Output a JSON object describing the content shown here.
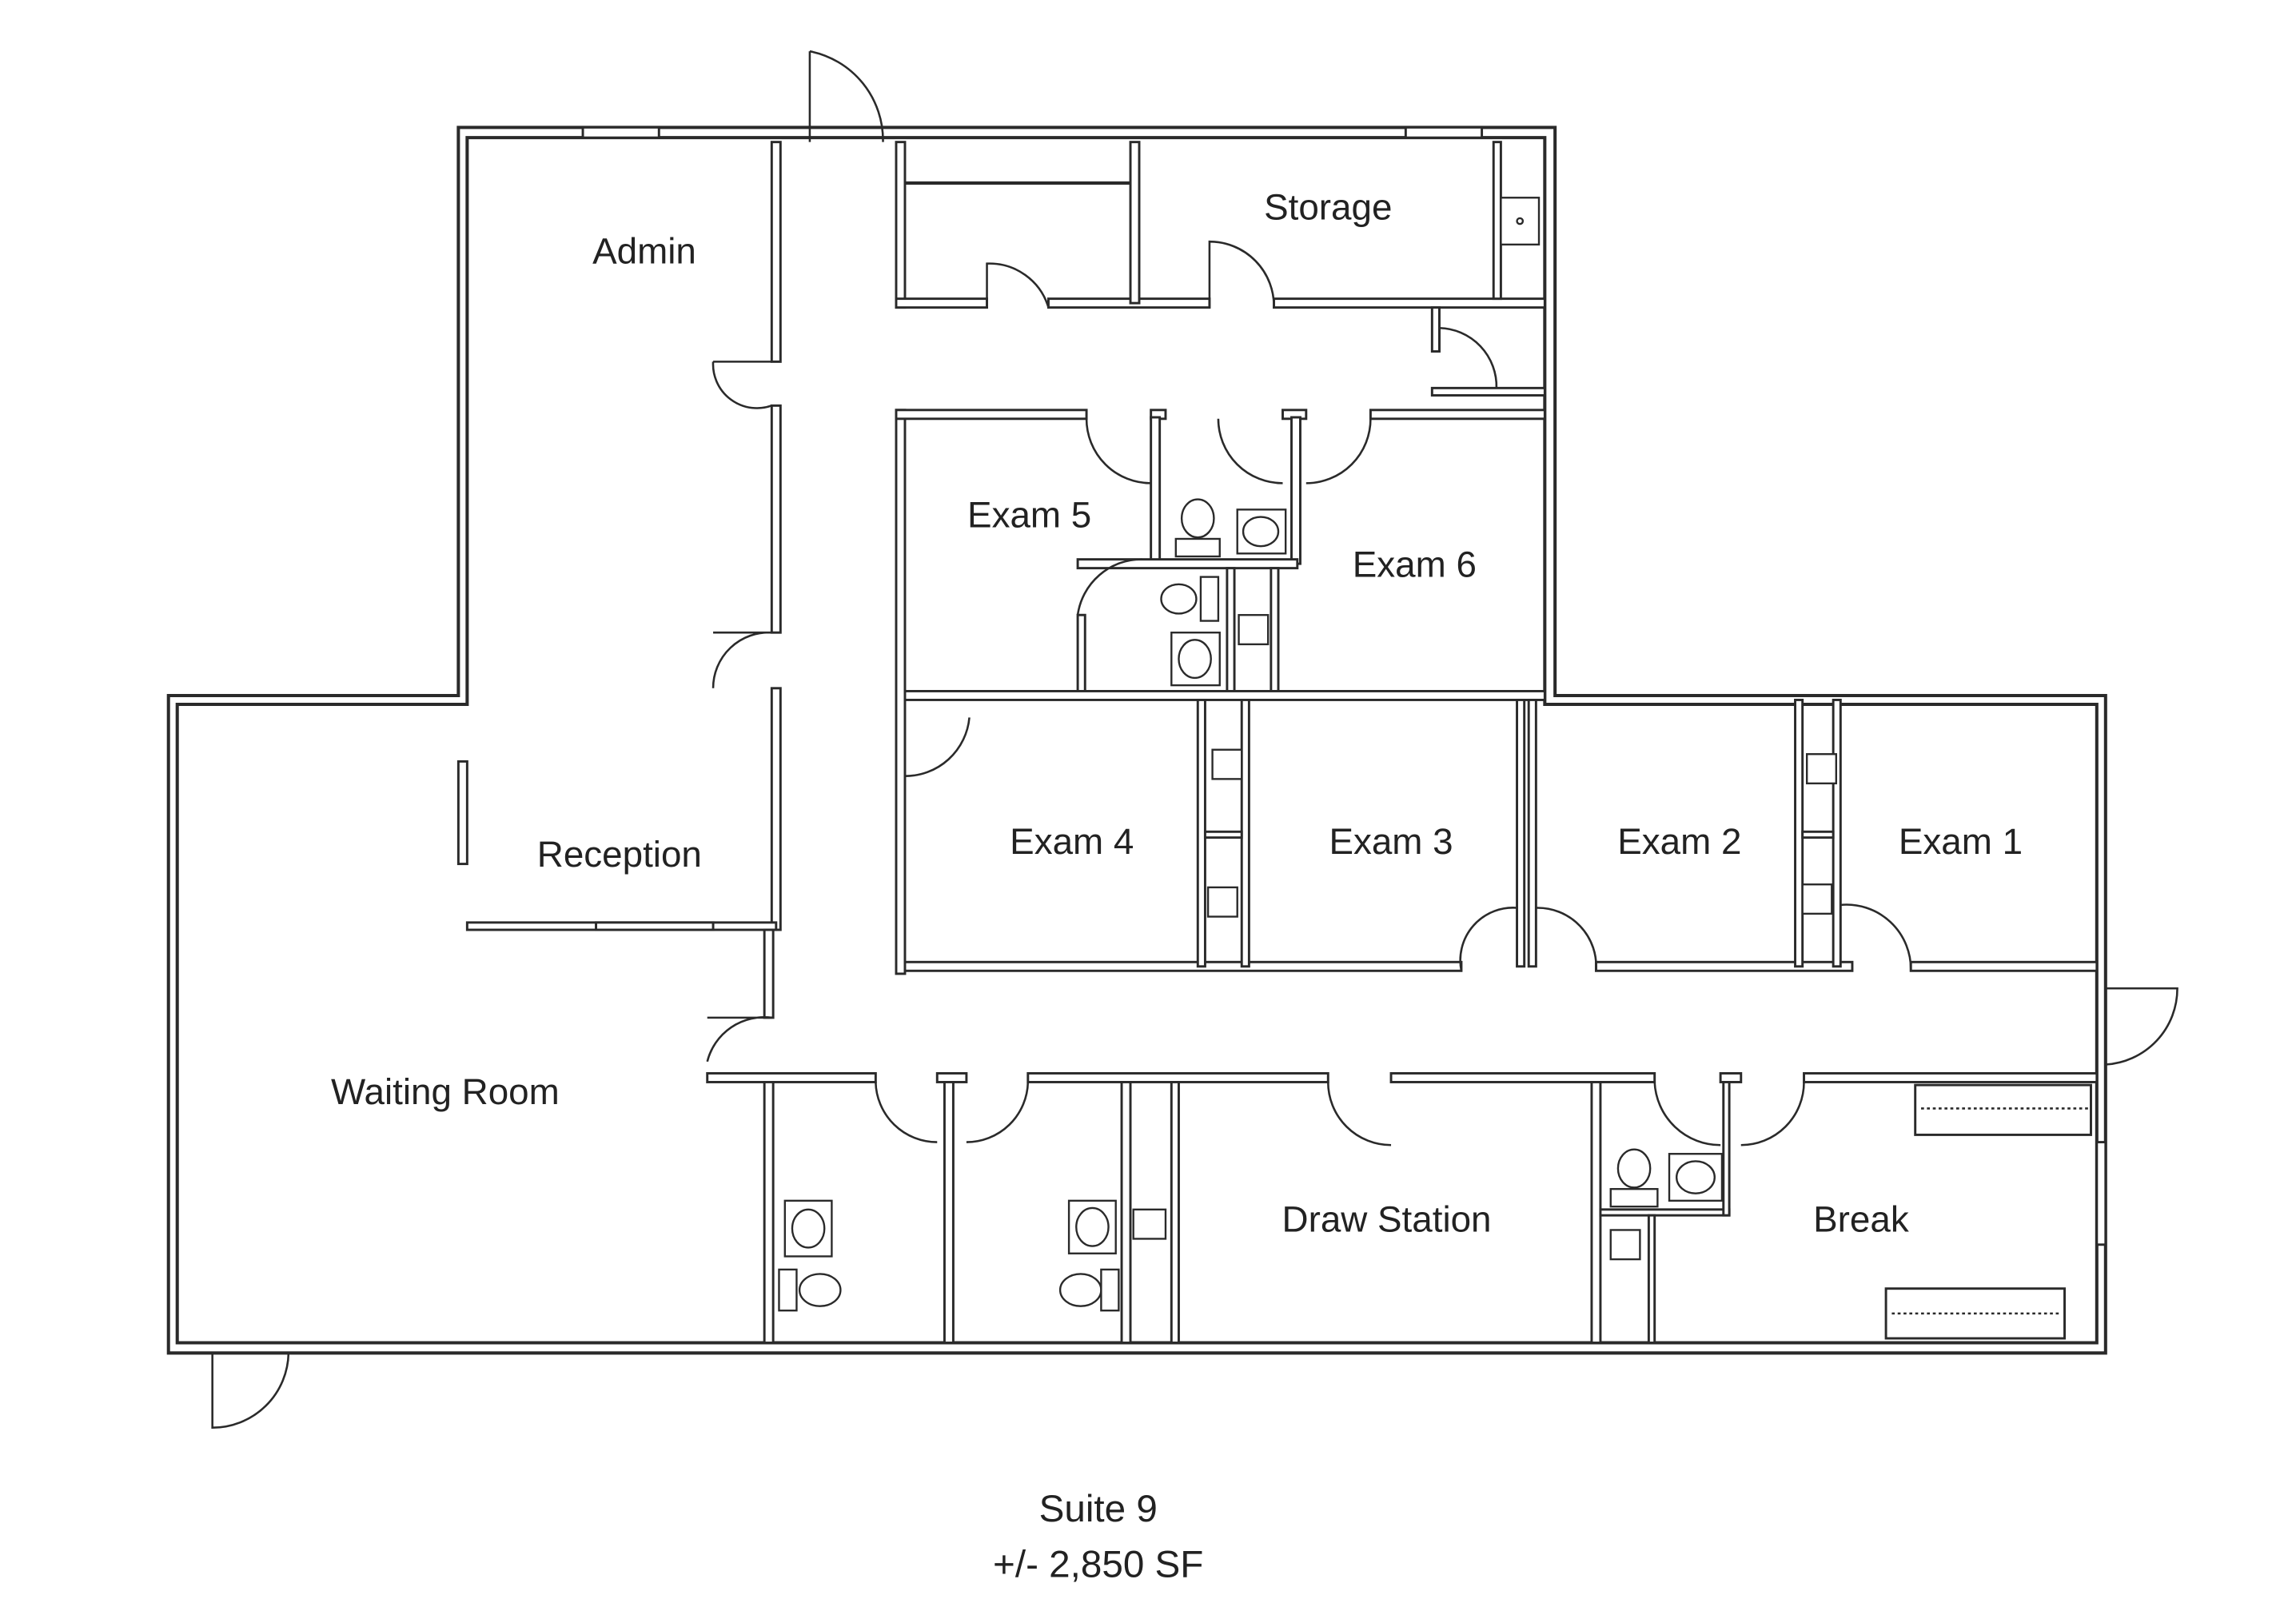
{
  "plan": {
    "title": "Suite 9",
    "area": "+/- 2,850 SF",
    "rooms": {
      "admin": "Admin",
      "storage": "Storage",
      "exam5": "Exam 5",
      "exam6": "Exam 6",
      "exam4": "Exam 4",
      "exam3": "Exam 3",
      "exam2": "Exam 2",
      "exam1": "Exam 1",
      "reception": "Reception",
      "waiting": "Waiting Room",
      "draw": "Draw Station",
      "break": "Break"
    }
  }
}
